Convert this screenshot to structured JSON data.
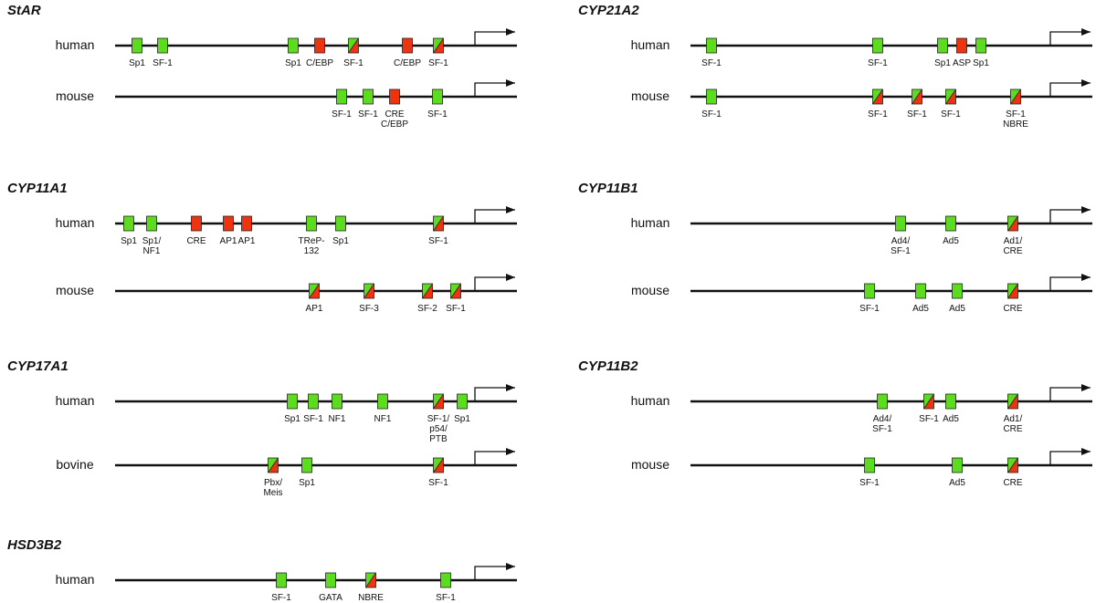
{
  "colors": {
    "green": "#5ddb1f",
    "red": "#ee3311",
    "line": "#111111"
  },
  "genes": [
    {
      "name": "StAR",
      "promoters": [
        {
          "species": "human",
          "elements": [
            {
              "label": [
                "Sp1"
              ],
              "type": "green"
            },
            {
              "label": [
                "SF-1"
              ],
              "type": "green"
            },
            {
              "label": [
                "Sp1"
              ],
              "type": "green"
            },
            {
              "label": [
                "C/EBP"
              ],
              "type": "red"
            },
            {
              "label": [
                "SF-1"
              ],
              "type": "split"
            },
            {
              "label": [
                "C/EBP"
              ],
              "type": "red"
            },
            {
              "label": [
                "SF-1"
              ],
              "type": "split"
            }
          ]
        },
        {
          "species": "mouse",
          "elements": [
            {
              "label": [
                "SF-1"
              ],
              "type": "green"
            },
            {
              "label": [
                "SF-1"
              ],
              "type": "green"
            },
            {
              "label": [
                "CRE",
                "C/EBP"
              ],
              "type": "red"
            },
            {
              "label": [
                "SF-1"
              ],
              "type": "green"
            }
          ]
        }
      ]
    },
    {
      "name": "CYP21A2",
      "promoters": [
        {
          "species": "human",
          "elements": [
            {
              "label": [
                "SF-1"
              ],
              "type": "green"
            },
            {
              "label": [
                "SF-1"
              ],
              "type": "green"
            },
            {
              "label": [
                "Sp1"
              ],
              "type": "green"
            },
            {
              "label": [
                "ASP"
              ],
              "type": "red"
            },
            {
              "label": [
                "Sp1"
              ],
              "type": "green"
            }
          ]
        },
        {
          "species": "mouse",
          "elements": [
            {
              "label": [
                "SF-1"
              ],
              "type": "green"
            },
            {
              "label": [
                "SF-1"
              ],
              "type": "split"
            },
            {
              "label": [
                "SF-1"
              ],
              "type": "split"
            },
            {
              "label": [
                "SF-1"
              ],
              "type": "split"
            },
            {
              "label": [
                "SF-1",
                "NBRE"
              ],
              "type": "split"
            }
          ]
        }
      ]
    },
    {
      "name": "CYP11A1",
      "promoters": [
        {
          "species": "human",
          "elements": [
            {
              "label": [
                "Sp1"
              ],
              "type": "green"
            },
            {
              "label": [
                "Sp1/",
                "NF1"
              ],
              "type": "green"
            },
            {
              "label": [
                "CRE"
              ],
              "type": "red"
            },
            {
              "label": [
                "AP1"
              ],
              "type": "red"
            },
            {
              "label": [
                "AP1"
              ],
              "type": "red"
            },
            {
              "label": [
                "TReP-",
                "132"
              ],
              "type": "green"
            },
            {
              "label": [
                "Sp1"
              ],
              "type": "green"
            },
            {
              "label": [
                "SF-1"
              ],
              "type": "split"
            }
          ]
        },
        {
          "species": "mouse",
          "elements": [
            {
              "label": [
                "AP1"
              ],
              "type": "split"
            },
            {
              "label": [
                "SF-3"
              ],
              "type": "split"
            },
            {
              "label": [
                "SF-2"
              ],
              "type": "split"
            },
            {
              "label": [
                "SF-1"
              ],
              "type": "split"
            }
          ]
        }
      ]
    },
    {
      "name": "CYP11B1",
      "promoters": [
        {
          "species": "human",
          "elements": [
            {
              "label": [
                "Ad4/",
                "SF-1"
              ],
              "type": "green"
            },
            {
              "label": [
                "Ad5"
              ],
              "type": "green"
            },
            {
              "label": [
                "Ad1/",
                "CRE"
              ],
              "type": "split"
            }
          ]
        },
        {
          "species": "mouse",
          "elements": [
            {
              "label": [
                "SF-1"
              ],
              "type": "green"
            },
            {
              "label": [
                "Ad5"
              ],
              "type": "green"
            },
            {
              "label": [
                "Ad5"
              ],
              "type": "green"
            },
            {
              "label": [
                "CRE"
              ],
              "type": "split"
            }
          ]
        }
      ]
    },
    {
      "name": "CYP17A1",
      "promoters": [
        {
          "species": "human",
          "elements": [
            {
              "label": [
                "Sp1"
              ],
              "type": "green"
            },
            {
              "label": [
                "SF-1"
              ],
              "type": "green"
            },
            {
              "label": [
                "NF1"
              ],
              "type": "green"
            },
            {
              "label": [
                "NF1"
              ],
              "type": "green"
            },
            {
              "label": [
                "SF-1/",
                "p54/",
                "PTB"
              ],
              "type": "split"
            },
            {
              "label": [
                "Sp1"
              ],
              "type": "green"
            }
          ]
        },
        {
          "species": "bovine",
          "elements": [
            {
              "label": [
                "Pbx/",
                "Meis"
              ],
              "type": "split"
            },
            {
              "label": [
                "Sp1"
              ],
              "type": "green"
            },
            {
              "label": [
                "SF-1"
              ],
              "type": "split"
            }
          ]
        }
      ]
    },
    {
      "name": "CYP11B2",
      "promoters": [
        {
          "species": "human",
          "elements": [
            {
              "label": [
                "Ad4/",
                "SF-1"
              ],
              "type": "green"
            },
            {
              "label": [
                "SF-1"
              ],
              "type": "split"
            },
            {
              "label": [
                "Ad5"
              ],
              "type": "green"
            },
            {
              "label": [
                "Ad1/",
                "CRE"
              ],
              "type": "split"
            }
          ]
        },
        {
          "species": "mouse",
          "elements": [
            {
              "label": [
                "SF-1"
              ],
              "type": "green"
            },
            {
              "label": [
                "Ad5"
              ],
              "type": "green"
            },
            {
              "label": [
                "CRE"
              ],
              "type": "split"
            }
          ]
        }
      ]
    },
    {
      "name": "HSD3B2",
      "promoters": [
        {
          "species": "human",
          "elements": [
            {
              "label": [
                "SF-1"
              ],
              "type": "green"
            },
            {
              "label": [
                "GATA"
              ],
              "type": "green"
            },
            {
              "label": [
                "NBRE"
              ],
              "type": "split"
            },
            {
              "label": [
                "SF-1"
              ],
              "type": "green"
            }
          ]
        }
      ]
    }
  ]
}
